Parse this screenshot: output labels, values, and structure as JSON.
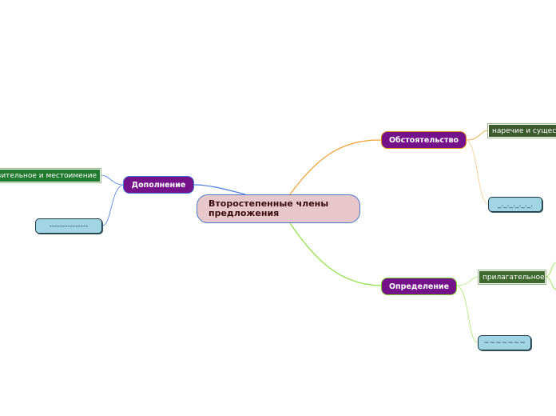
{
  "colors": {
    "root_fill": "#e8c7cb",
    "root_border": "#4a78c8",
    "branch_fill": "#74128a",
    "link_obst": "#f0a030",
    "link_opr": "#8fe045",
    "link_dop": "#4a7be0",
    "leaf_blue_fill": "#a1d5e3",
    "leaf_green_fill": "#3b5b2c"
  },
  "root": {
    "title": "Второстепенные члены предложения"
  },
  "branches": [
    {
      "label": "Обстоятельство",
      "children": [
        {
          "label": "наречие и существительное"
        },
        {
          "label": "_._._._._._."
        }
      ]
    },
    {
      "label": "Определение",
      "children": [
        {
          "label": "прилагательное"
        },
        {
          "label": "~~~~~~~"
        }
      ]
    },
    {
      "label": "Дополнение",
      "children": [
        {
          "label": "существительное и местоимение"
        },
        {
          "label": "---------------"
        }
      ]
    }
  ]
}
